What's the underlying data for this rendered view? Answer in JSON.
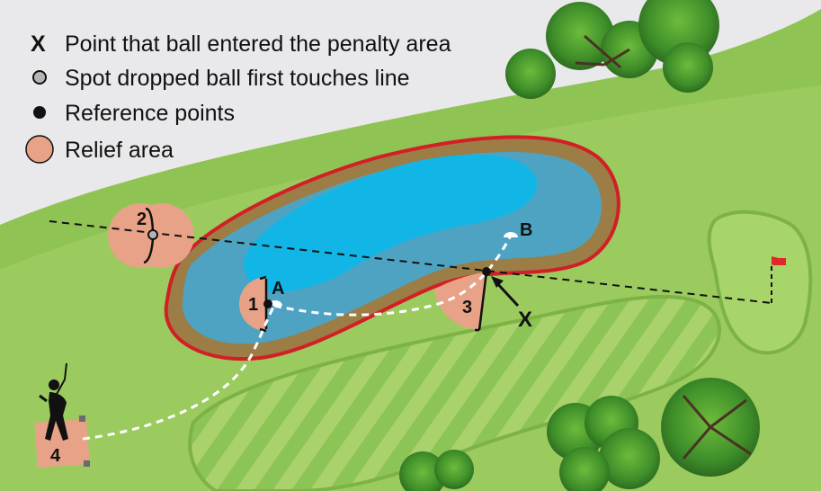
{
  "legend": {
    "items": [
      {
        "symbol": "X",
        "text": "Point that ball entered the penalty area"
      },
      {
        "symbol": "gray-dot",
        "text": "Spot dropped ball first touches line"
      },
      {
        "symbol": "black-dot",
        "text": "Reference points"
      },
      {
        "symbol": "salmon-circle",
        "text": "Relief area"
      }
    ]
  },
  "labels": {
    "point_a": "A",
    "point_b": "B",
    "point_x": "X",
    "area_1": "1",
    "area_2": "2",
    "area_3": "3",
    "area_4": "4"
  },
  "colors": {
    "rough": "#8fc454",
    "fairway_light": "#a9d26c",
    "fairway_stripe": "#8dc456",
    "water_outer": "#4fa3c2",
    "water_inner": "#12b6e6",
    "bank": "#9b7d45",
    "penalty_line": "#d21f26",
    "relief_area": "#e8a287",
    "flag": "#e0272a",
    "reference_dot": "#111111",
    "drop_dot": "#b5b5b5"
  },
  "icons": [
    "golfer-icon",
    "flag-icon",
    "tree-icon",
    "arrow-icon"
  ]
}
